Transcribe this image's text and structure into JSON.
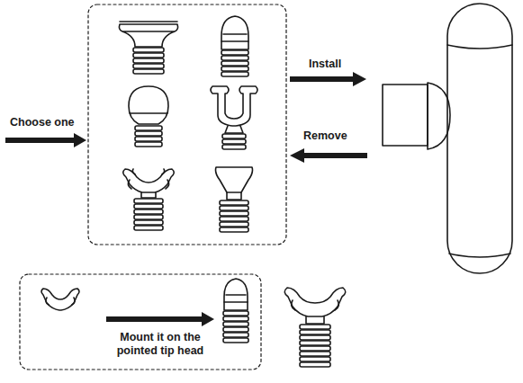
{
  "diagram": {
    "labels": [
      "Choose one",
      "Install",
      "Remove",
      "Mount it on the pointed tip head"
    ]
  }
}
